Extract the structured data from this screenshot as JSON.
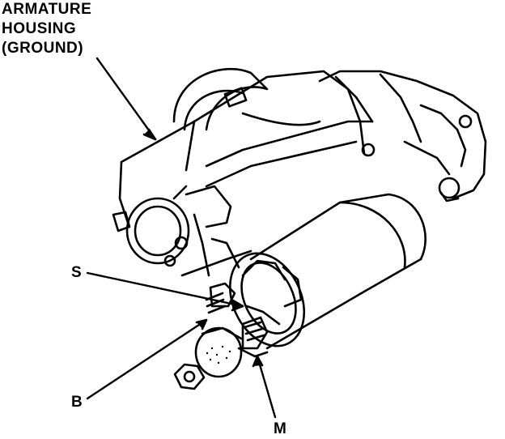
{
  "callouts": {
    "armature": {
      "lines": [
        "ARMATURE",
        "HOUSING",
        "(GROUND)"
      ]
    },
    "s": "S",
    "b": "B",
    "m": "M"
  },
  "colors": {
    "ink": "#000000",
    "paper": "#ffffff"
  }
}
